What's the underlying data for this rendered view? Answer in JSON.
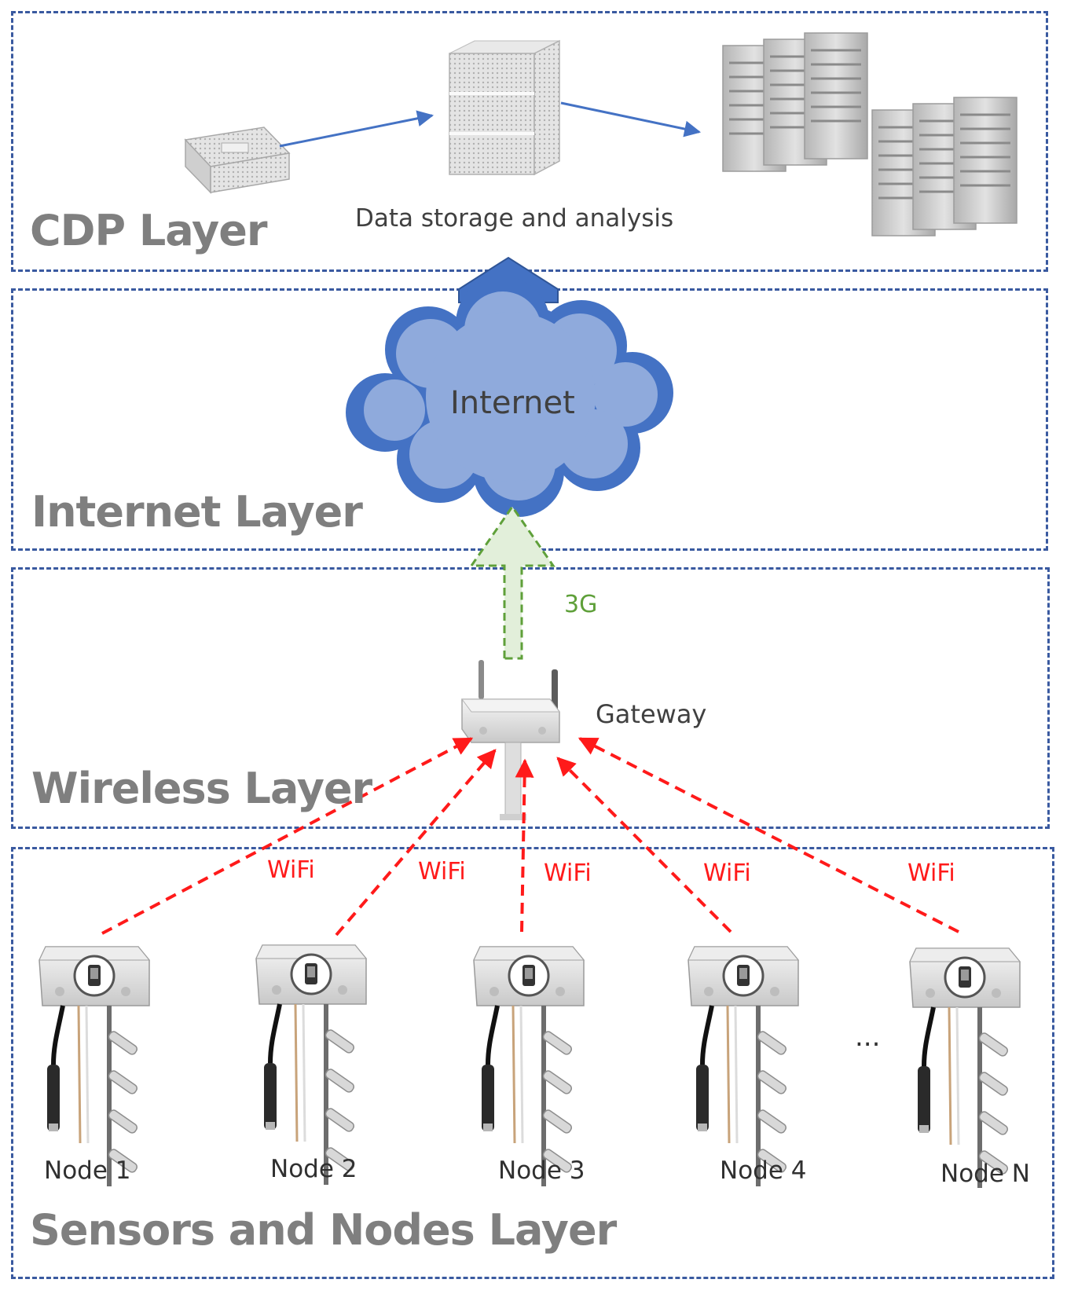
{
  "layers": {
    "cdp": "CDP Layer",
    "internet": "Internet Layer",
    "wireless": "Wireless Layer",
    "sensors": "Sensors and Nodes Layer"
  },
  "cdp": {
    "storage_label": "Data storage and analysis"
  },
  "internet": {
    "cloud_label": "Internet"
  },
  "wireless": {
    "uplink_label": "3G",
    "gateway_label": "Gateway"
  },
  "nodes": {
    "link_label": "WiFi",
    "items": [
      "Node 1",
      "Node 2",
      "Node 3",
      "Node 4",
      "Node N"
    ],
    "ellipsis": "..."
  },
  "colors": {
    "border": "#3a5aa0",
    "wifi": "#ff1a1a",
    "uplink": "#5fa03a",
    "cloud": "#4472c4",
    "cloud_fill": "#8faadc",
    "title": "#7f7f7f"
  }
}
